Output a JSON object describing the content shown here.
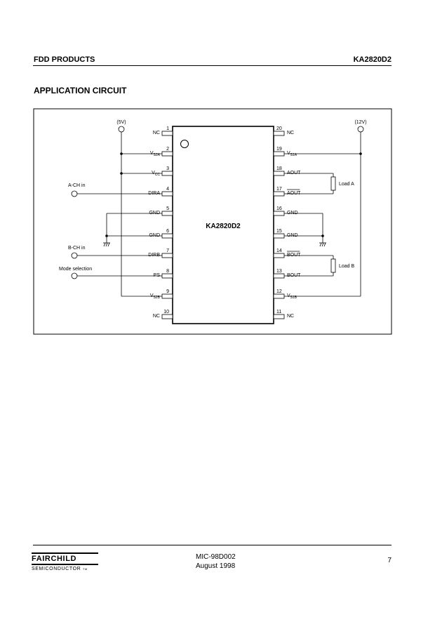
{
  "header": {
    "left": "FDD PRODUCTS",
    "right": "KA2820D2"
  },
  "section_title": "APPLICATION CIRCUIT",
  "ic": {
    "name": "KA2820D2",
    "left_pins": [
      {
        "num": "1",
        "label": "NC",
        "sub": ""
      },
      {
        "num": "2",
        "label": "V",
        "sub": "S2A"
      },
      {
        "num": "3",
        "label": "V",
        "sub": "CC"
      },
      {
        "num": "4",
        "label": "DIRA",
        "sub": ""
      },
      {
        "num": "5",
        "label": "GND",
        "sub": ""
      },
      {
        "num": "6",
        "label": "GND",
        "sub": ""
      },
      {
        "num": "7",
        "label": "DIRB",
        "sub": ""
      },
      {
        "num": "8",
        "label": "PS",
        "sub": ""
      },
      {
        "num": "9",
        "label": "V",
        "sub": "S2B"
      },
      {
        "num": "10",
        "label": "NC",
        "sub": ""
      }
    ],
    "right_pins": [
      {
        "num": "20",
        "label": "NC",
        "sub": ""
      },
      {
        "num": "19",
        "label": "V",
        "sub": "S1A"
      },
      {
        "num": "18",
        "label": "AOUT",
        "sub": ""
      },
      {
        "num": "17",
        "label": "AOUT",
        "sub": "",
        "overline": true
      },
      {
        "num": "16",
        "label": "GND",
        "sub": ""
      },
      {
        "num": "15",
        "label": "GND",
        "sub": ""
      },
      {
        "num": "14",
        "label": "BOUT",
        "sub": "",
        "overline": true
      },
      {
        "num": "13",
        "label": "BOUT",
        "sub": ""
      },
      {
        "num": "12",
        "label": "V",
        "sub": "S1B"
      },
      {
        "num": "11",
        "label": "NC",
        "sub": ""
      }
    ]
  },
  "supplies": {
    "left": "(5V)",
    "right": "(12V)"
  },
  "inputs": {
    "a_ch": "A-CH in",
    "b_ch": "B-CH in",
    "mode": "Mode selection"
  },
  "loads": {
    "a": "Load A",
    "b": "Load B"
  },
  "footer": {
    "logo_main": "FAIRCHILD",
    "logo_sub": "SEMICONDUCTOR",
    "logo_tm": "TM",
    "doc_code": "MIC-98D002",
    "date": "August 1998",
    "page": "7"
  }
}
